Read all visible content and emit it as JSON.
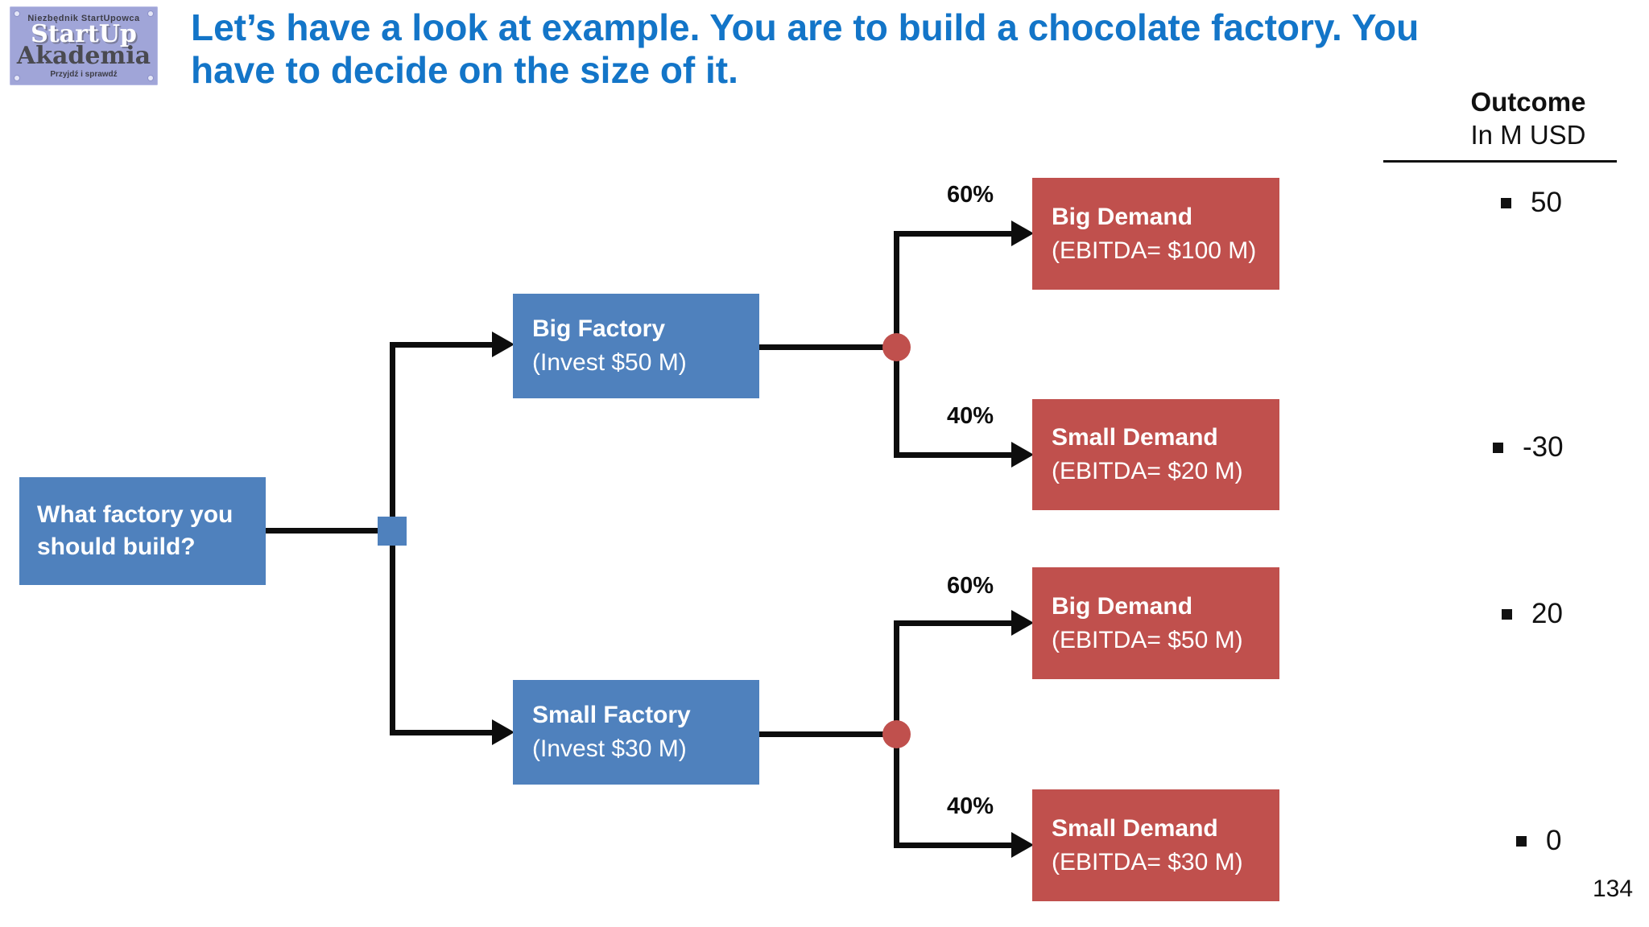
{
  "logo": {
    "tagline_top": "Niezbędnik StartUpowca",
    "name_top": "StartUp",
    "name_bottom": "Akademia",
    "tagline_bottom": "Przyjdź i sprawdź"
  },
  "header": {
    "title_line1": "Let’s have a look at example. You are to build a chocolate factory. You",
    "title_line2": "have to decide on the size of it."
  },
  "outcome_column": {
    "header_line1": "Outcome",
    "header_line2": "In M USD"
  },
  "tree": {
    "root": {
      "label": "What factory you should build?"
    },
    "decisions": [
      {
        "title": "Big Factory",
        "subtitle": "(Invest $50 M)",
        "branches": [
          {
            "probability": "60%",
            "title": "Big Demand",
            "subtitle": "(EBITDA= $100 M)",
            "outcome": "50"
          },
          {
            "probability": "40%",
            "title": "Small Demand",
            "subtitle": "(EBITDA= $20 M)",
            "outcome": "-30"
          }
        ]
      },
      {
        "title": "Small Factory",
        "subtitle": "(Invest $30 M)",
        "branches": [
          {
            "probability": "60%",
            "title": "Big Demand",
            "subtitle": "(EBITDA= $50 M)",
            "outcome": "20"
          },
          {
            "probability": "40%",
            "title": "Small Demand",
            "subtitle": "(EBITDA= $30 M)",
            "outcome": "0"
          }
        ]
      }
    ]
  },
  "colors": {
    "title_blue": "#1375c8",
    "decision_blue": "#4f81bd",
    "chance_red": "#c0504d",
    "line_black": "#0d0d0d",
    "logo_purple": "#a0a5d8"
  },
  "page_number": "134"
}
